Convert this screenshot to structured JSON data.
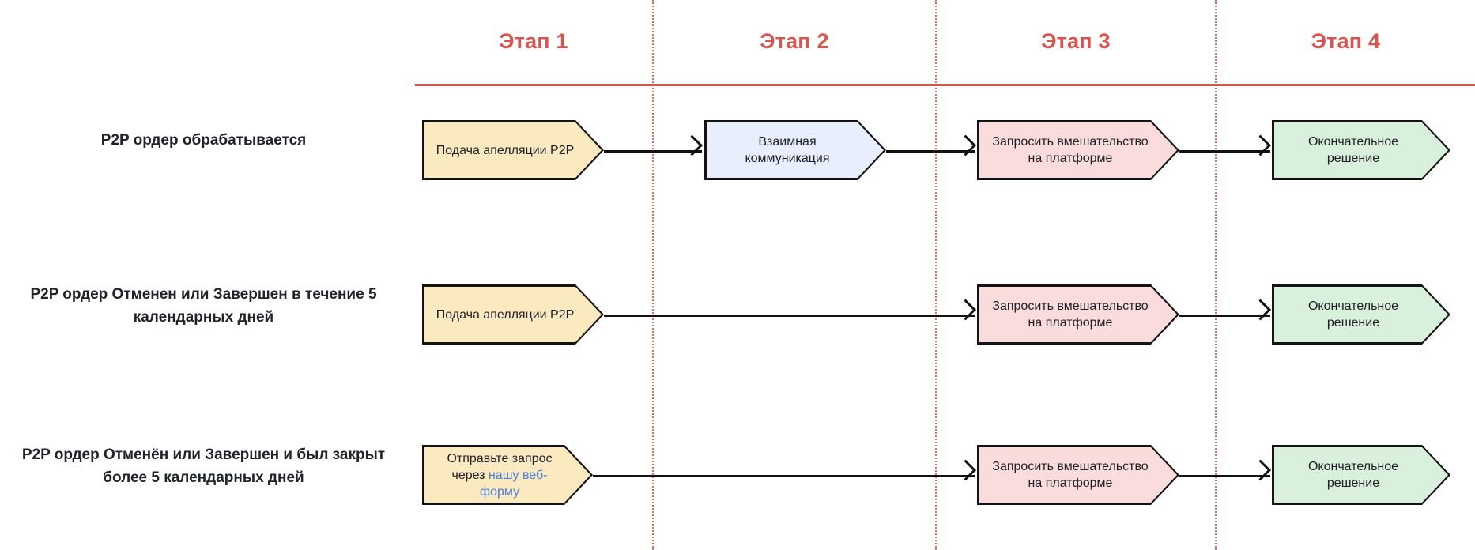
{
  "stages": [
    {
      "label": "Этап 1"
    },
    {
      "label": "Этап 2"
    },
    {
      "label": "Этап 3"
    },
    {
      "label": "Этап 4"
    }
  ],
  "colors": {
    "stage_header": "#d9534f",
    "divider": "#e2574c",
    "box_yellow_fill": "#fbe9c0",
    "box_blue_fill": "#e8eefb",
    "box_pink_fill": "#fbdcdc",
    "box_green_fill": "#d9f0dd",
    "box_outline": "#131313",
    "link": "#4a7fd4",
    "arrow": "#111111"
  },
  "rows": [
    {
      "label": "P2P ордер обрабатывается",
      "steps": [
        {
          "stage": 1,
          "text": "Подача апелляции P2P",
          "fill": "yellow"
        },
        {
          "stage": 2,
          "text": "Взаимная\nкоммуникация",
          "fill": "blue"
        },
        {
          "stage": 3,
          "text": "Запросить вмешательство\nна платформе",
          "fill": "pink"
        },
        {
          "stage": 4,
          "text": "Окончательное\nрешение",
          "fill": "green"
        }
      ]
    },
    {
      "label": "P2P ордер Отменен или Завершен в течение 5 календарных дней",
      "steps": [
        {
          "stage": 1,
          "text": "Подача апелляции P2P",
          "fill": "yellow"
        },
        {
          "stage": 3,
          "text": "Запросить вмешательство\nна платформе",
          "fill": "pink"
        },
        {
          "stage": 4,
          "text": "Окончательное\nрешение",
          "fill": "green"
        }
      ]
    },
    {
      "label": "P2P ордер Отменён или Завершен и был закрыт более 5 календарных дней",
      "steps": [
        {
          "stage": 1,
          "text_prefix": "Отправьте запрос\nчерез ",
          "link_text": "нашу веб-форму",
          "fill": "yellow"
        },
        {
          "stage": 3,
          "text": "Запросить вмешательство\nна платформе",
          "fill": "pink"
        },
        {
          "stage": 4,
          "text": "Окончательное\nрешение",
          "fill": "green"
        }
      ]
    }
  ],
  "row_labels": {
    "r1_l1": "P2P ордер обрабатывается",
    "r2_l1": "P2P ордер Отменен или Завершен в течение 5",
    "r2_l2": "календарных дней",
    "r3_l1": "P2P ордер Отменён или Завершен и был закрыт",
    "r3_l2": "более 5 календарных дней"
  },
  "box_text": {
    "submit_appeal": "Подача апелляции P2P",
    "mutual_comm_l1": "Взаимная",
    "mutual_comm_l2": "коммуникация",
    "request_interv_l1": "Запросить вмешательство",
    "request_interv_l2": "на платформе",
    "final_decision_l1": "Окончательное",
    "final_decision_l2": "решение",
    "webform_l1": "Отправьте запрос",
    "webform_l2_prefix": "через ",
    "webform_link": "нашу веб-форму"
  }
}
